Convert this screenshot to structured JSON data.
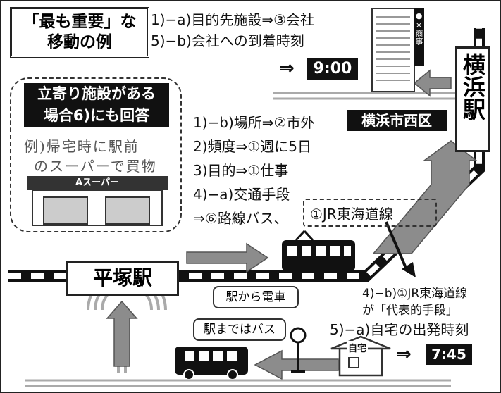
{
  "title": {
    "line1": "「最も重要」な",
    "line2": "移動の例"
  },
  "destination": {
    "line1": "1)−a)目的先施設⇒③会社",
    "line2": "5)−b)会社への到着時刻",
    "arrive_arrow": "⇒",
    "arrive_time": "9:00"
  },
  "company_sign": "●×商事",
  "yokohama_station": "横浜駅",
  "stopover": {
    "line1": "立寄り施設がある",
    "line2": "場合6)にも回答",
    "example1": "例)帰宅時に駅前",
    "example2": "のスーパーで買物",
    "store_sign": "Aスーパー"
  },
  "answers": {
    "place": "1)−b)場所⇒②市外",
    "place_detail": "横浜市西区",
    "frequency": "2)頻度⇒①週に5日",
    "purpose": "3)目的⇒①仕事",
    "transport": "4)−a)交通手段",
    "transport_value_prefix": "⇒⑥路線バス、",
    "transport_value_line": "①JR東海道線"
  },
  "hiratsuka_station": "平塚駅",
  "train_bubble": "駅から電車",
  "bus_bubble": "駅まではバス",
  "representative": {
    "line1": "4)−b)①JR東海道線",
    "line2": "が「代表的手段」"
  },
  "departure": {
    "label": "5)−a)自宅の出発時刻",
    "arrow": "⇒",
    "time": "7:45"
  },
  "home_label": "自宅",
  "colors": {
    "black": "#111111",
    "gray_arrow": "#8c8c8c",
    "light_gray": "#d9d9d9"
  }
}
